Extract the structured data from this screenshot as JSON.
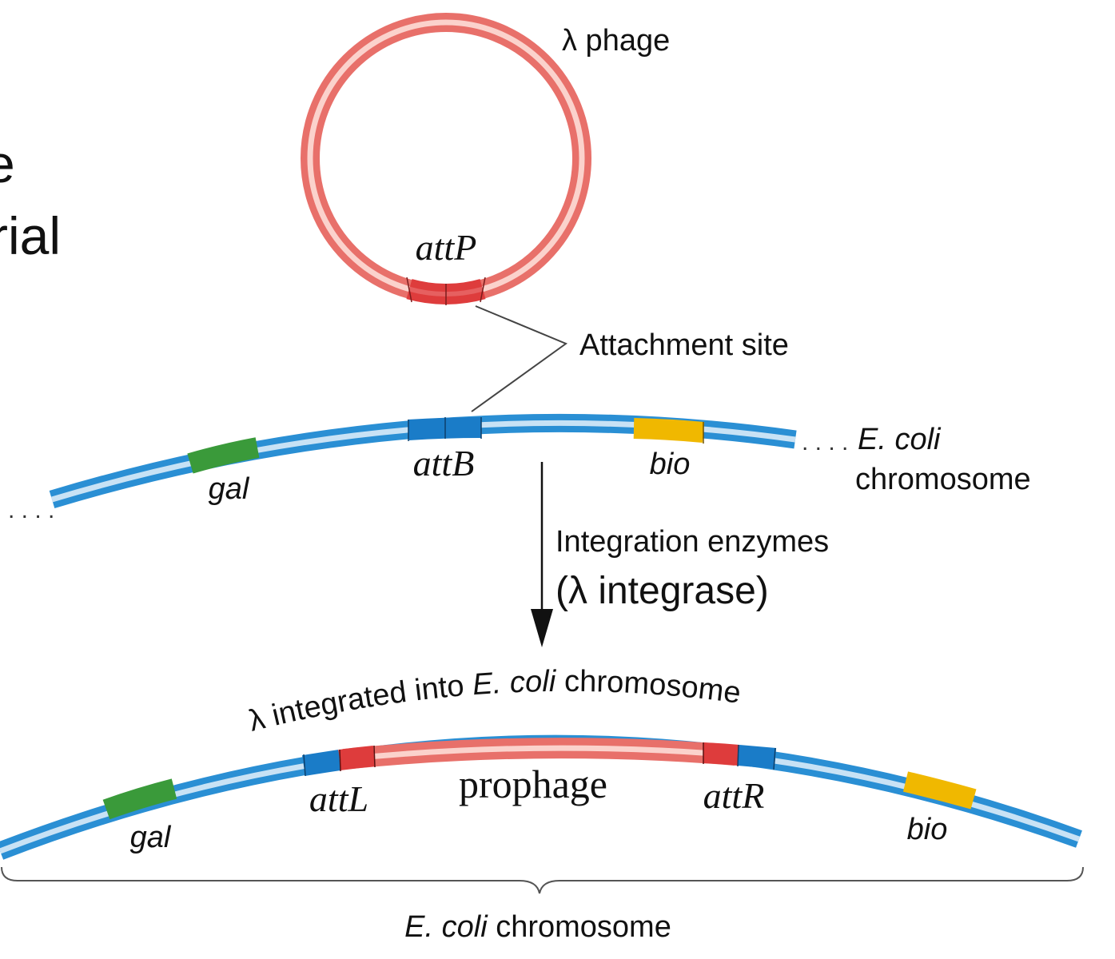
{
  "side_text": {
    "line1": "e",
    "line2": "rial"
  },
  "phage": {
    "label": "λ phage",
    "site": "attP"
  },
  "attachment_label": "Attachment site",
  "chromosome_top": {
    "gene_left": "gal",
    "site": "attB",
    "gene_right": "bio",
    "name_line1": "E. coli",
    "name_line2": "chromosome"
  },
  "process": {
    "line1": "Integration enzymes",
    "line2": "(λ integrase)"
  },
  "integrated": {
    "lambda": "λ",
    "pre": "integrated into",
    "species": "E. coli",
    "post": "chromosome"
  },
  "chromosome_bottom": {
    "gene_left": "gal",
    "site_left": "attL",
    "middle": "prophage",
    "site_right": "attR",
    "gene_right": "bio",
    "species": "E. coli",
    "word": "chromosome"
  },
  "colors": {
    "phage_red": "#e8706a",
    "site_red": "#de3c3c",
    "chromosome_blue": "#2a8fd4",
    "gal_green": "#3a9a3a",
    "bio_yellow": "#f0b800",
    "site_blue": "#1a7cc8"
  }
}
